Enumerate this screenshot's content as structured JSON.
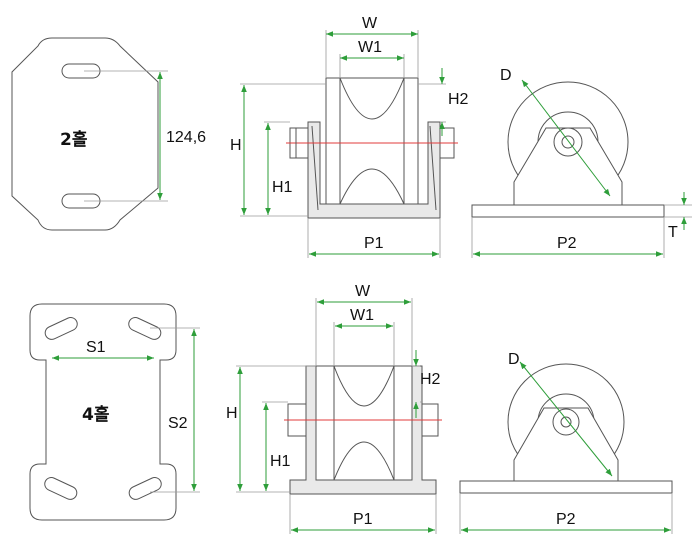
{
  "top": {
    "plate_label": "2홀",
    "dim_hole_spacing": "124,6",
    "front": {
      "w": "W",
      "w1": "W1",
      "h": "H",
      "h1": "H1",
      "h2": "H2",
      "p1": "P1"
    },
    "side": {
      "d": "D",
      "p2": "P2",
      "t": "T"
    }
  },
  "bottom": {
    "plate_label": "4홀",
    "s1": "S1",
    "s2": "S2",
    "front": {
      "w": "W",
      "w1": "W1",
      "h": "H",
      "h1": "H1",
      "h2": "H2",
      "p1": "P1"
    },
    "side": {
      "d": "D",
      "p2": "P2"
    }
  },
  "colors": {
    "dimension": "#2e9e3a",
    "centerline": "#e23b3b",
    "outline": "#555555"
  }
}
